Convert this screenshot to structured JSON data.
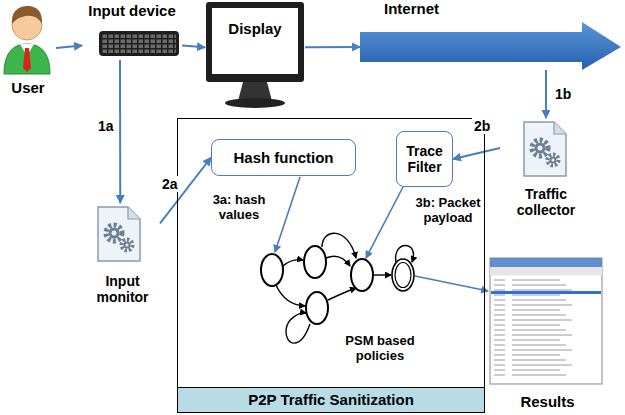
{
  "diagram": {
    "nodes": [
      {
        "text": [
          "User"
        ]
      },
      {
        "text": [
          "Input device"
        ]
      },
      {
        "text": [
          "Display"
        ]
      },
      {
        "text": [
          "Internet"
        ]
      },
      {
        "text": [
          "Input monitor"
        ]
      },
      {
        "text": [
          "Traffic collector"
        ]
      },
      {
        "text": [
          "P2P Traffic Sanitization"
        ]
      },
      {
        "text": [
          "Hash function"
        ],
        "in": 6
      },
      {
        "text": [
          "Trace Filter"
        ],
        "in": 6
      },
      {
        "text": [
          "Results"
        ]
      }
    ],
    "edges": [
      {
        "from": 0,
        "to": 1,
        "arrow": "to"
      },
      {
        "from": 1,
        "to": 2,
        "arrow": "to"
      },
      {
        "from": 2,
        "to": 3,
        "arrow": "to"
      },
      {
        "from": 1,
        "to": 4,
        "label": "1a",
        "arrow": "to"
      },
      {
        "from": 3,
        "to": 5,
        "label": "1b",
        "arrow": "to"
      },
      {
        "from": 4,
        "to": 7,
        "label": "2a",
        "arrow": "to"
      },
      {
        "from": 5,
        "to": 8,
        "label": "2b",
        "arrow": "to"
      }
    ],
    "labels": [
      "3a: hash values",
      "3b: Packet payload",
      "PSM based policies"
    ]
  }
}
